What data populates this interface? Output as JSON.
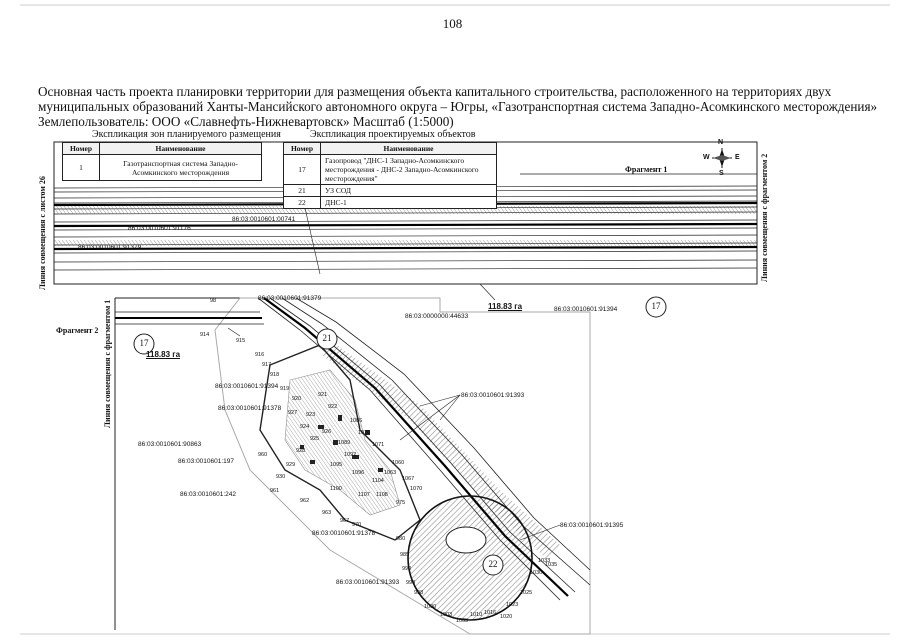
{
  "page_number": "108",
  "header_text": "Основная часть проекта планировки территории для размещения объекта капитального строительства, расположенного на территориях двух муниципальных образований Ханты-Мансийского автономного округа – Югры, «Газотранспортная система Западно-Асомкинского месторождения» Землепользователь: ООО «Славнефть-Нижневартовск» Масштаб (1:5000)",
  "zones_table": {
    "caption": "Экспликация зон планируемого размещения",
    "headers": [
      "Номер",
      "Наименование"
    ],
    "rows": [
      {
        "num": "1",
        "name": "Газотранспортная система Западно-Асомкинского месторождения"
      }
    ]
  },
  "objects_table": {
    "caption": "Экспликация проектируемых объектов",
    "headers": [
      "Номер",
      "Наименование"
    ],
    "rows": [
      {
        "num": "17",
        "name": "Газопровод \"ДНС-1 Западно-Асомкинского месторождения - ДНС-2 Западно-Асомкинского месторождения\""
      },
      {
        "num": "21",
        "name": "УЗ СОД"
      },
      {
        "num": "22",
        "name": "ДНС-1"
      }
    ]
  },
  "compass": {
    "n": "N",
    "s": "S",
    "w": "W",
    "e": "E"
  },
  "fragment_labels": [
    "Фрагмент 1",
    "Фрагмент 2"
  ],
  "side_labels": {
    "left_top": "Линия совмещения с листом 26",
    "right_top": "Линия совмещения с фрагментом 2",
    "left_bottom": "Линия совмещения с фрагментом 1"
  },
  "area_labels": [
    "118.83 га",
    "118.83 га"
  ],
  "callouts": [
    "17",
    "17",
    "21",
    "22"
  ],
  "parcels": [
    "86:03:0010601:00741",
    "86:03:0010601:91176",
    "86:03:0010601:91379",
    "86:03:0010601:91379",
    "86:03:0010601:91394",
    "86:03:0000000:44633",
    "86:03:0010601:91394",
    "86:03:0010601:91378",
    "86:03:0010601:91393",
    "86:03:0010601:90863",
    "86:03:0010601:197",
    "86:03:0010601:242",
    "86:03:0010601:91378",
    "86:03:0010601:91395",
    "86:03:0010601:91393"
  ],
  "point_numbers": [
    "98",
    "914",
    "915",
    "916",
    "917",
    "918",
    "919",
    "920",
    "921",
    "922",
    "923",
    "924",
    "925",
    "926",
    "927",
    "928",
    "929",
    "930",
    "960",
    "961",
    "962",
    "963",
    "967",
    "970",
    "975",
    "980",
    "985",
    "990",
    "993",
    "998",
    "1000",
    "1003",
    "1005",
    "1010",
    "1016",
    "1020",
    "1023",
    "1025",
    "1030",
    "1033",
    "1035",
    "1060",
    "1063",
    "1067",
    "1070",
    "1071",
    "1076",
    "1086",
    "1089",
    "1092",
    "1095",
    "1096",
    "1100",
    "1104",
    "1107",
    "1108"
  ]
}
